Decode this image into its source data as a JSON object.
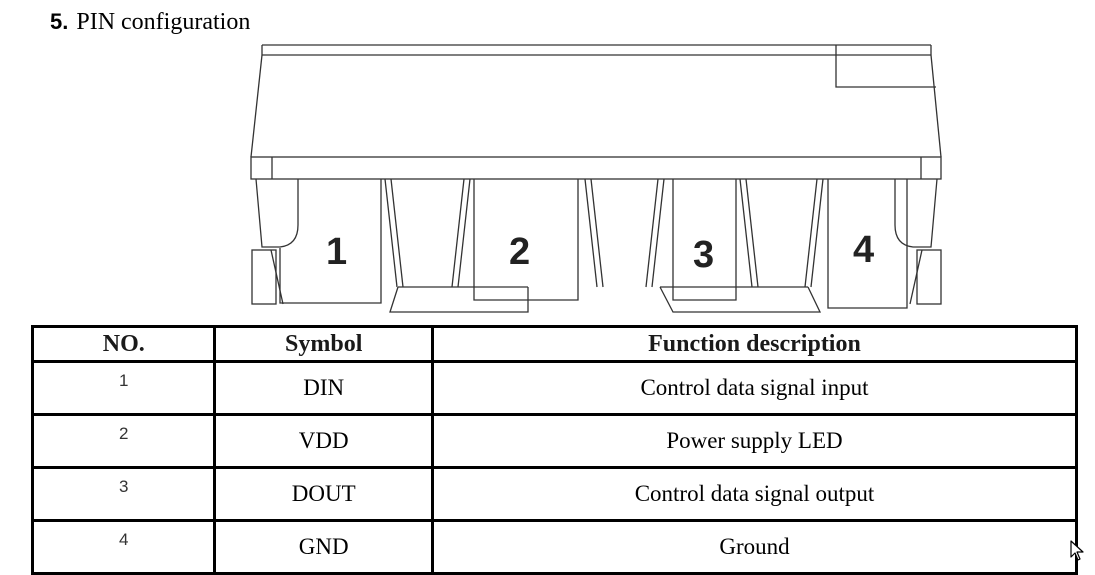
{
  "section": {
    "number": "5.",
    "title": "PIN configuration"
  },
  "package": {
    "pin_labels": [
      "1",
      "2",
      "3",
      "4"
    ]
  },
  "table": {
    "headers": {
      "no": "NO.",
      "symbol": "Symbol",
      "function": "Function description"
    },
    "rows": [
      {
        "no": "1",
        "symbol": "DIN",
        "function": "Control data signal input"
      },
      {
        "no": "2",
        "symbol": "VDD",
        "function": "Power supply LED"
      },
      {
        "no": "3",
        "symbol": "DOUT",
        "function": "Control data signal output"
      },
      {
        "no": "4",
        "symbol": "GND",
        "function": "Ground"
      }
    ]
  },
  "icons": {
    "cursor": "mouse-pointer-icon"
  }
}
